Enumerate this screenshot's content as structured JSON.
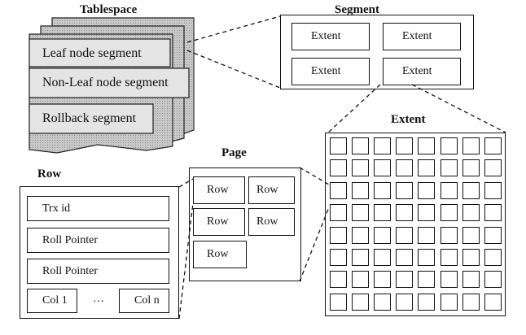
{
  "tablespace": {
    "title": "Tablespace",
    "segments": [
      {
        "label": "Leaf node segment"
      },
      {
        "label": "Non-Leaf node segment"
      },
      {
        "label": "Rollback segment"
      }
    ]
  },
  "segment": {
    "title": "Segment",
    "extents": [
      {
        "label": "Extent"
      },
      {
        "label": "Extent"
      },
      {
        "label": "Extent"
      },
      {
        "label": "Extent"
      }
    ]
  },
  "extent": {
    "title": "Extent",
    "rows": 8,
    "cols": 8
  },
  "page": {
    "title": "Page",
    "rows": [
      {
        "label": "Row"
      },
      {
        "label": "Row"
      },
      {
        "label": "Row"
      },
      {
        "label": "Row"
      },
      {
        "label": "Row"
      }
    ]
  },
  "row": {
    "title": "Row",
    "fields": [
      {
        "label": "Trx id"
      },
      {
        "label": "Roll Pointer"
      },
      {
        "label": "Roll Pointer"
      }
    ],
    "col_first": "Col 1",
    "ellipsis": "…",
    "col_last": "Col n"
  }
}
